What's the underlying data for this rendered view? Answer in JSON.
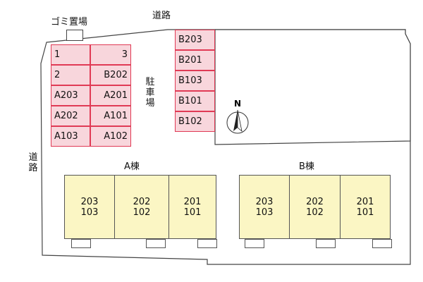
{
  "roads": {
    "top": "道路",
    "left": "道路"
  },
  "garbage_label": "ゴミ置場",
  "parking_label": "駐車場",
  "compass": "N",
  "parking_left": [
    [
      "1",
      "3"
    ],
    [
      "2",
      "B202"
    ],
    [
      "A203",
      "A201"
    ],
    [
      "A202",
      "A101"
    ],
    [
      "A103",
      "A102"
    ]
  ],
  "parking_b": [
    "B203",
    "B201",
    "B103",
    "B101",
    "B102"
  ],
  "building_a": {
    "name": "A棟",
    "units": [
      {
        "upper": "203",
        "lower": "103"
      },
      {
        "upper": "202",
        "lower": "102"
      },
      {
        "upper": "201",
        "lower": "101"
      }
    ]
  },
  "building_b": {
    "name": "B棟",
    "units": [
      {
        "upper": "203",
        "lower": "103"
      },
      {
        "upper": "202",
        "lower": "102"
      },
      {
        "upper": "201",
        "lower": "101"
      }
    ]
  }
}
